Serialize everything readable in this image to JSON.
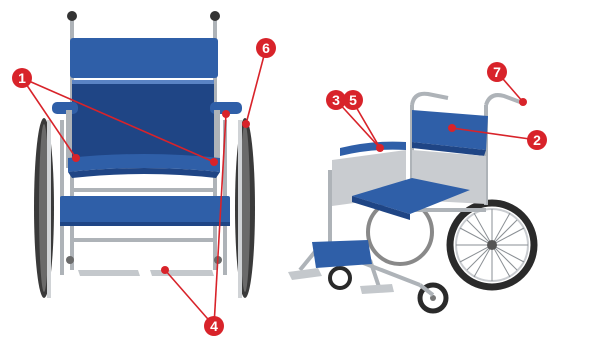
{
  "diagram": {
    "callouts": [
      {
        "id": "callout-1",
        "label": "1"
      },
      {
        "id": "callout-2",
        "label": "2"
      },
      {
        "id": "callout-3",
        "label": "3"
      },
      {
        "id": "callout-4",
        "label": "4"
      },
      {
        "id": "callout-5",
        "label": "5"
      },
      {
        "id": "callout-6",
        "label": "6"
      },
      {
        "id": "callout-7",
        "label": "7"
      }
    ]
  },
  "colors": {
    "seat_blue": "#2f5fa8",
    "seat_blue_dark": "#1f4585",
    "frame_gray": "#b8bcc0",
    "tire_black": "#2a2a2a",
    "callout_red": "#d8232a"
  }
}
